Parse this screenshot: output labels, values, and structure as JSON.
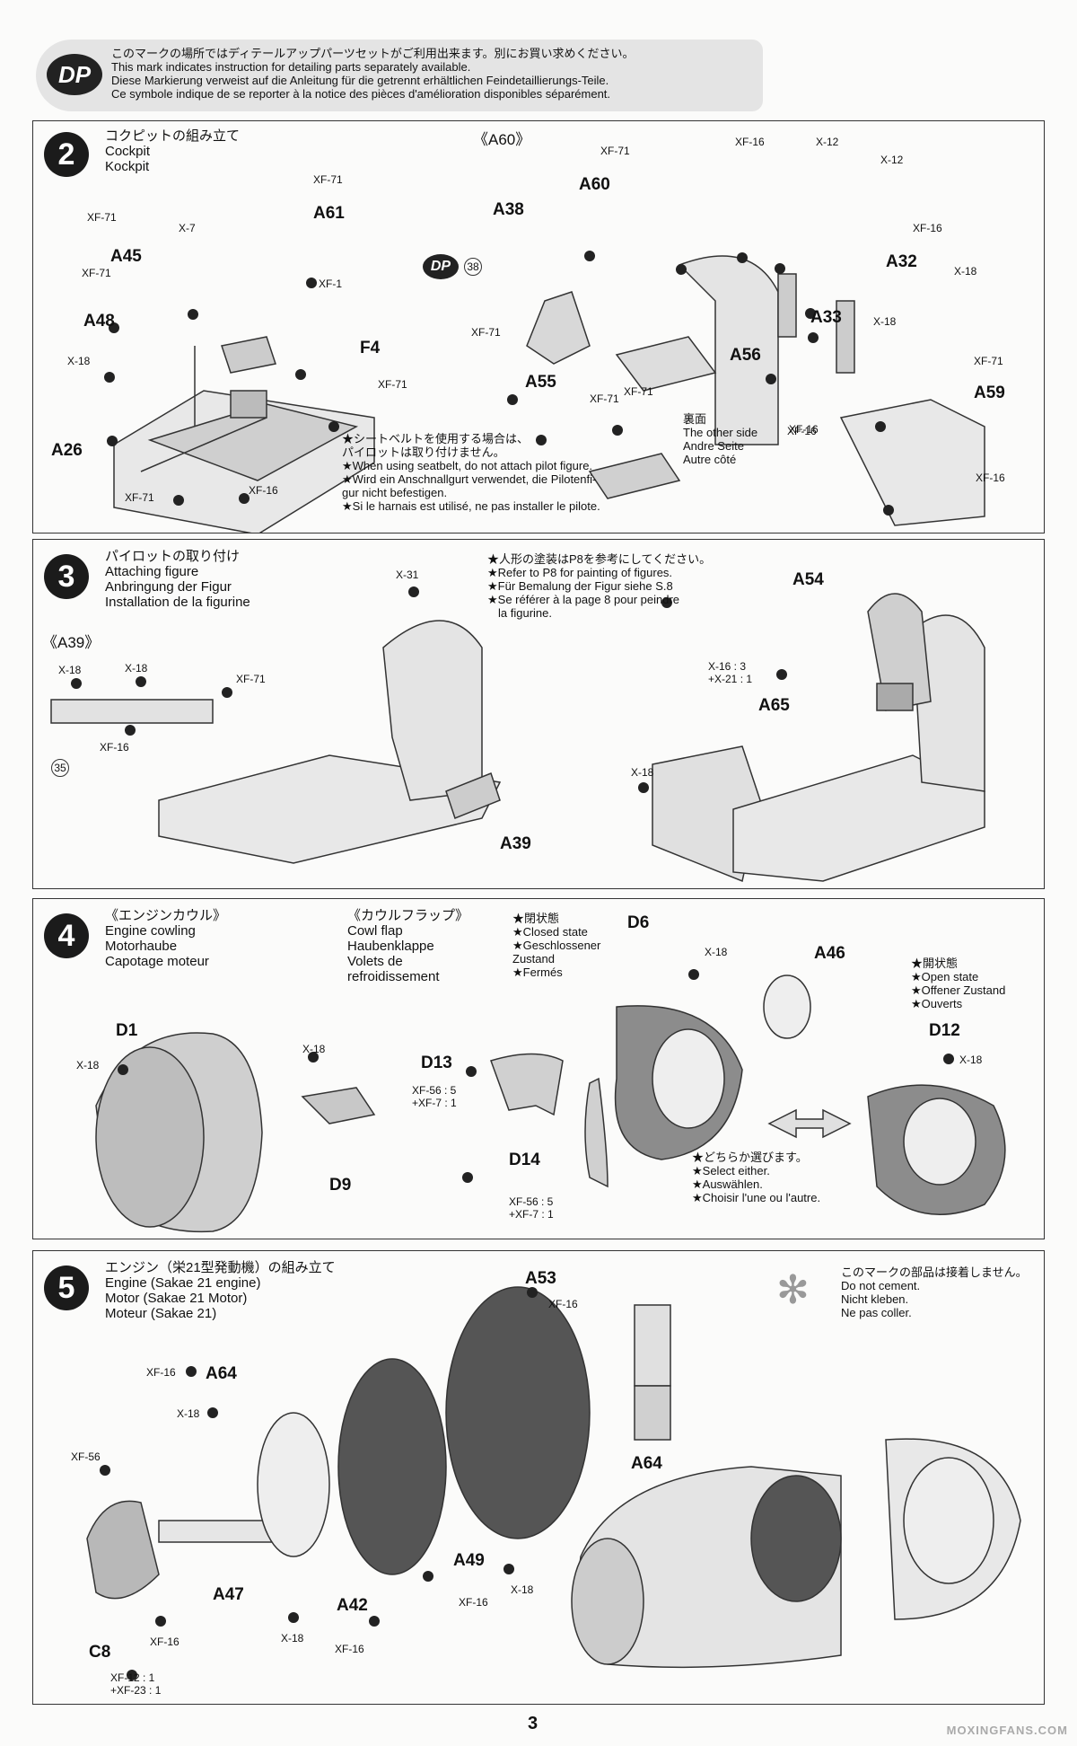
{
  "banner": {
    "badge": "DP",
    "lines": [
      "このマークの場所ではディテールアップパーツセットがご利用出来ます。別にお買い求めください。",
      "This mark indicates instruction for detailing parts separately available.",
      "Diese Markierung verweist auf die Anleitung für die getrennt erhältlichen Feindetaillierungs-Teile.",
      "Ce symbole indique de se reporter à la notice des pièces d'amélioration disponibles séparément."
    ]
  },
  "step2": {
    "number": "2",
    "title": [
      "コクピットの組み立て",
      "Cockpit",
      "Kockpit"
    ],
    "part_labels": [
      "A61",
      "A45",
      "A48",
      "F4",
      "A26",
      "A60",
      "A38",
      "A33",
      "A32",
      "A55",
      "A56",
      "A59"
    ],
    "callout": "《A60》",
    "dp": "DP",
    "dp_ref": "38",
    "paints": [
      "XF-71",
      "X-7",
      "XF-71",
      "XF-71",
      "XF-1",
      "X-18",
      "XF-71",
      "XF-16",
      "XF-71",
      "XF-71",
      "XF-71",
      "XF-16",
      "X-12",
      "X-12",
      "XF-16",
      "X-18",
      "X-18",
      "XF-71",
      "XF-71",
      "XF-71",
      "XF-16",
      "XF-16"
    ],
    "other_side": [
      "裏面",
      "The other side",
      "Andre Seite",
      "Autre côté"
    ],
    "other_side_paint": "XF-16",
    "seatbelt_note": [
      "★シートベルトを使用する場合は、",
      "パイロットは取り付けません。",
      "★When using seatbelt, do not attach pilot figure.",
      "★Wird ein Anschnallgurt verwendet, die Pilotenfi-",
      "gur nicht befestigen.",
      "★Si le harnais est utilisé, ne pas installer le pilote."
    ]
  },
  "step3": {
    "number": "3",
    "title": [
      "パイロットの取り付け",
      "Attaching figure",
      "Anbringung der Figur",
      "Installation de la figurine"
    ],
    "callout": "《A39》",
    "part_labels": [
      "A39",
      "A54",
      "A65"
    ],
    "paints": [
      "X-18",
      "X-18",
      "XF-71",
      "XF-16",
      "X-31",
      "X-18"
    ],
    "paint_mix": [
      "X-16 : 3",
      "+X-21 : 1"
    ],
    "ref": "35",
    "figure_note": [
      "★人形の塗装はP8を参考にしてください。",
      "★Refer to P8 for painting of figures.",
      "★Für Bemalung der Figur siehe S.8",
      "★Se référer à la page 8 pour peindre",
      "la figurine."
    ]
  },
  "step4": {
    "number": "4",
    "title_left": [
      "《エンジンカウル》",
      "Engine cowling",
      "Motorhaube",
      "Capotage  moteur"
    ],
    "title_right": [
      "《カウルフラップ》",
      "Cowl flap",
      "Haubenklappe",
      "Volets de",
      "refroidissement"
    ],
    "closed": [
      "★閉状態",
      "★Closed state",
      "★Geschlossener",
      "Zustand",
      "★Fermés"
    ],
    "open": [
      "★開状態",
      "★Open state",
      "★Offener Zustand",
      "★Ouverts"
    ],
    "select": [
      "★どちらか選びます。",
      "★Select either.",
      "★Auswählen.",
      "★Choisir l'une ou l'autre."
    ],
    "part_labels": [
      "D1",
      "D9",
      "D13",
      "D14",
      "D6",
      "A46",
      "D12"
    ],
    "paints": [
      "X-18",
      "X-18",
      "X-18",
      "X-18"
    ],
    "mix_d13": [
      "XF-56 : 5",
      "+XF-7 : 1"
    ],
    "mix_d14": [
      "XF-56 : 5",
      "+XF-7 : 1"
    ]
  },
  "step5": {
    "number": "5",
    "title": [
      "エンジン（栄21型発動機）の組み立て",
      "Engine (Sakae 21 engine)",
      "Motor (Sakae 21 Motor)",
      "Moteur (Sakae 21)"
    ],
    "no_cement": [
      "このマークの部品は接着しません。",
      "Do not cement.",
      "Nicht kleben.",
      "Ne pas coller."
    ],
    "part_labels": [
      "A53",
      "A64",
      "A64",
      "A47",
      "C8",
      "A42",
      "A49"
    ],
    "paints": [
      "XF-16",
      "XF-16",
      "X-18",
      "XF-56",
      "XF-16",
      "X-18",
      "XF-16",
      "X-18",
      "XF-16"
    ],
    "mix_c8": [
      "XF-12 : 1",
      "+XF-23 : 1"
    ]
  },
  "page_number": "3",
  "watermark": "MOXINGFANS.COM"
}
